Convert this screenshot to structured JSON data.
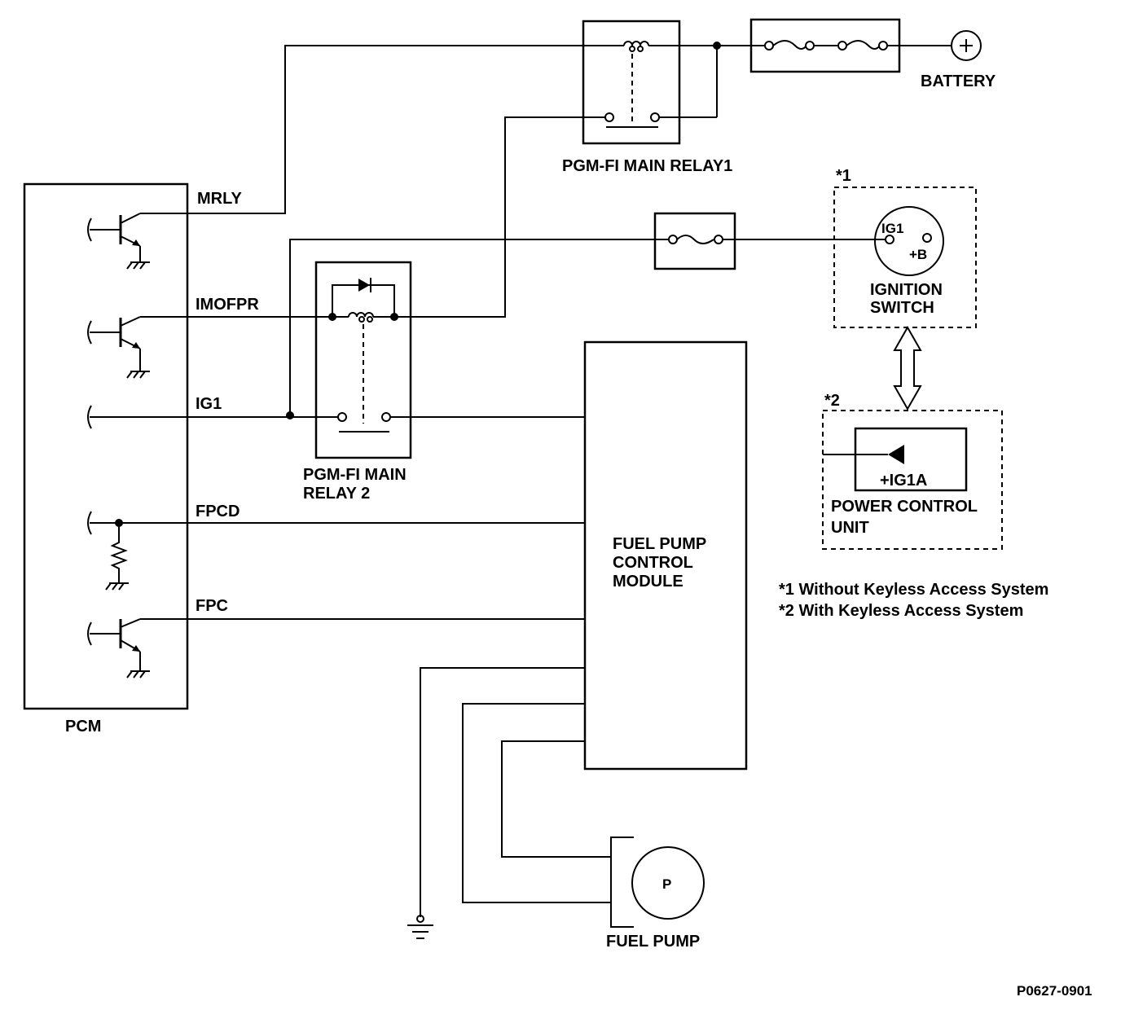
{
  "components": {
    "pcm": "PCM",
    "battery": "BATTERY",
    "relay1": "PGM-FI MAIN RELAY1",
    "relay2_line1": "PGM-FI MAIN",
    "relay2_line2": "RELAY 2",
    "ignition_line1": "IGNITION",
    "ignition_line2": "SWITCH",
    "ig1_terminal": "IG1",
    "b_terminal": "+B",
    "pcu_terminal": "+IG1A",
    "pcu_line1": "POWER CONTROL",
    "pcu_line2": "UNIT",
    "fpcm_line1": "FUEL PUMP",
    "fpcm_line2": "CONTROL",
    "fpcm_line3": "MODULE",
    "pump_symbol": "P",
    "fuel_pump": "FUEL PUMP"
  },
  "signals": {
    "mrly": "MRLY",
    "imofpr": "IMOFPR",
    "ig1": "IG1",
    "fpcd": "FPCD",
    "fpc": "FPC"
  },
  "notes": {
    "mark1": "*1",
    "mark2": "*2",
    "note1": "*1 Without Keyless Access System",
    "note2": "*2 With Keyless Access System"
  },
  "figure_id": "P0627-0901",
  "colors": {
    "ink": "#000000",
    "background": "#ffffff"
  },
  "icons": [
    "transistor-icon",
    "ground-icon",
    "resistor-icon",
    "fuse-icon",
    "relay-coil-icon",
    "diode-icon",
    "battery-plus-icon",
    "arrow-icon"
  ]
}
